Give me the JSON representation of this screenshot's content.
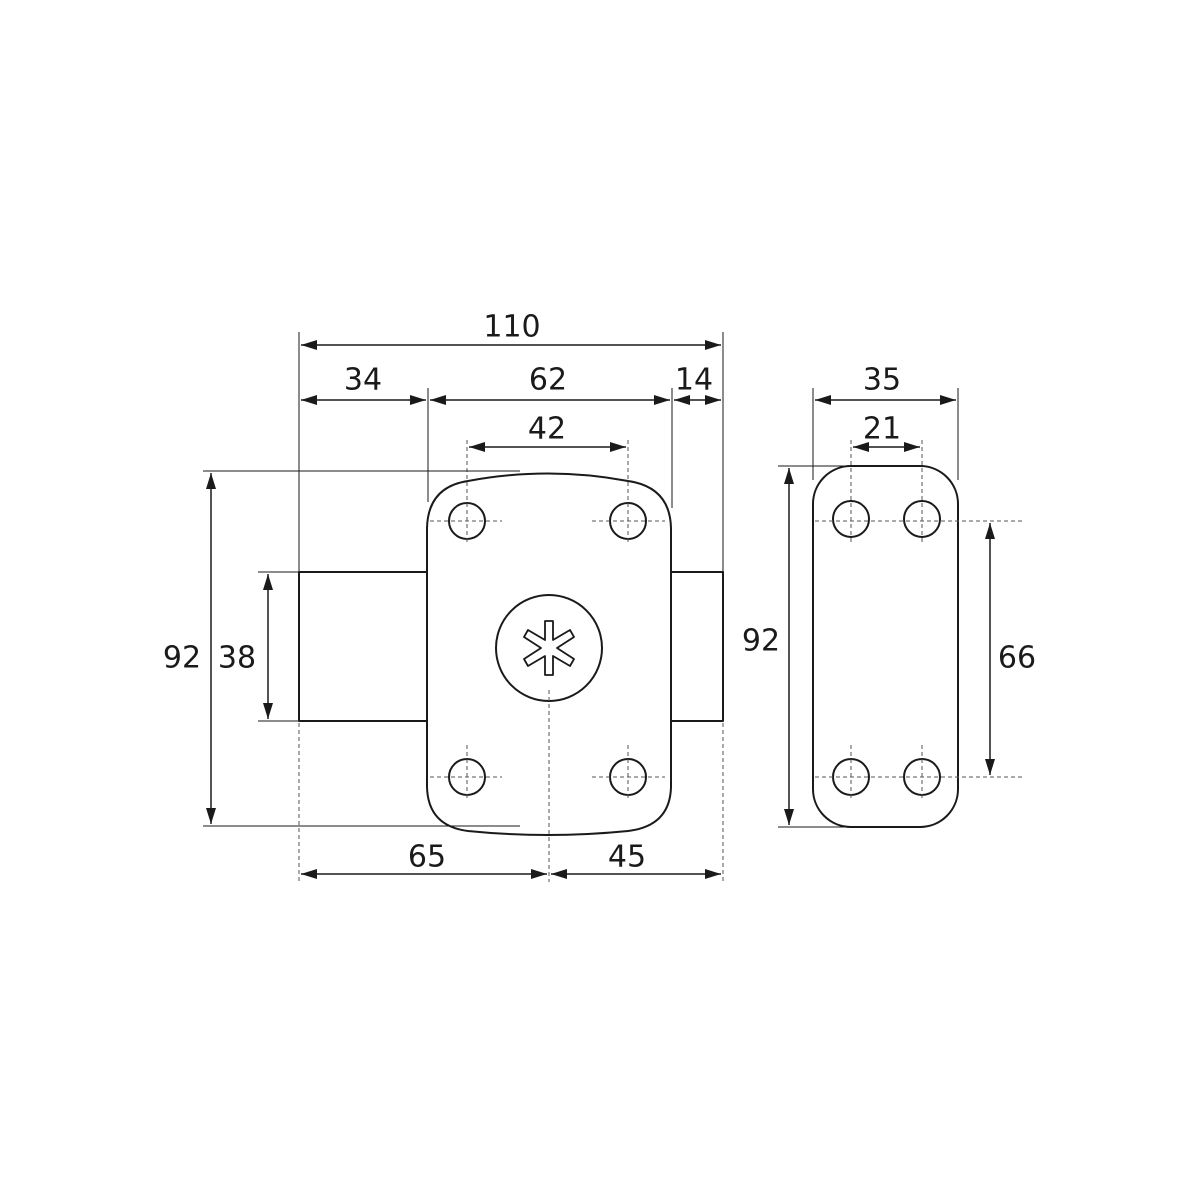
{
  "dimensions": {
    "overall_width": "110",
    "bolt_left": "34",
    "body_width": "62",
    "bolt_right": "14",
    "hole_spacing_horizontal": "42",
    "body_height": "92",
    "bolt_height": "38",
    "left_to_cylinder": "65",
    "cylinder_to_right": "45",
    "strike_width": "35",
    "strike_hole_spacing": "21",
    "strike_height": "92",
    "strike_hole_spacing_vertical": "66"
  }
}
